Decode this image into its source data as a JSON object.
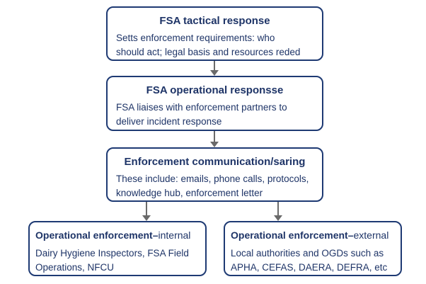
{
  "colors": {
    "box_border": "#1e3a73",
    "text_navy": "#1e3467",
    "arrow_gray": "#6a6a6a",
    "background": "#ffffff"
  },
  "nodes": {
    "tactical": {
      "title": "FSA tactical response",
      "line1": "Setts enforcement requirements: who",
      "line2": "should act; legal basis and resources reded"
    },
    "operational": {
      "title": "FSA operational responsse",
      "line1": "FSA liaises with enforcement partners to",
      "line2": "deliver incident response"
    },
    "communication": {
      "title": "Enforcement communication/saring",
      "line1": "These include: emails, phone calls, protocols,",
      "line2": "knowledge hub, enforcement letter"
    },
    "internal": {
      "title_bold": "Operational enforcement–",
      "title_regular": "internal",
      "line1": "Dairy Hygiene Inspectors, FSA Field",
      "line2": "Operations, NFCU"
    },
    "external": {
      "title_bold": "Operational enforcement–",
      "title_regular": "external",
      "line1": "Local authorities and OGDs such as",
      "line2": "APHA, CEFAS, DAERA, DEFRA, etc"
    }
  }
}
